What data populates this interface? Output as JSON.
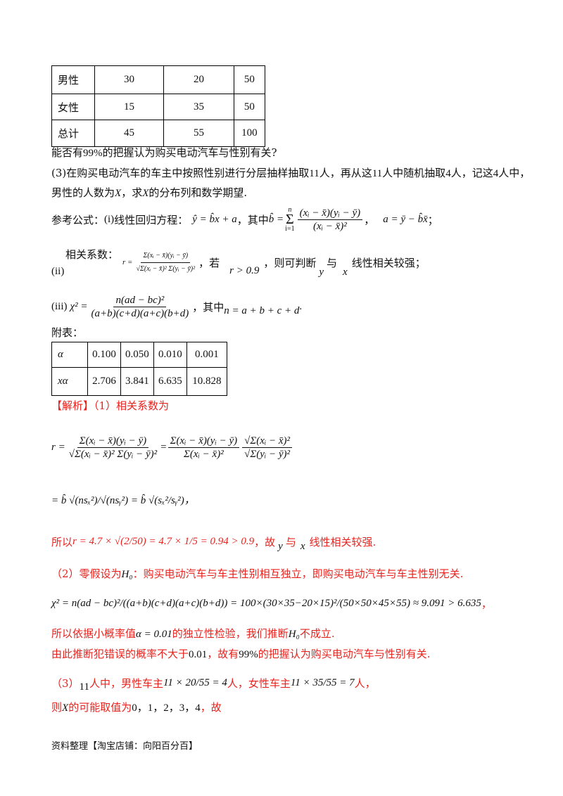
{
  "gender_table": {
    "rows": [
      {
        "label": "男性",
        "c1": "30",
        "c2": "20",
        "total": "50"
      },
      {
        "label": "女性",
        "c1": "15",
        "c2": "35",
        "total": "50"
      },
      {
        "label": "总计",
        "c1": "45",
        "c2": "55",
        "total": "100"
      }
    ]
  },
  "q2_tail": {
    "pre": "能否有",
    "pct": "99%",
    "post": "的把握认为购买电动汽车与性别有关?"
  },
  "q3": {
    "line1_a": "(3)在购买电动汽车的车主中按照性别进行分层抽样抽取",
    "n11": "11",
    "line1_b": "人，再从这",
    "line1_c": "人中随机抽取",
    "n4": "4",
    "line1_d": "人，记这",
    "line1_e": "人中，",
    "line2_a": "男性的人数为",
    "X": "X",
    "line2_b": "，求",
    "line2_c": "的分布列和数学期望."
  },
  "ref": {
    "label": "参考公式：",
    "i": "(i)",
    "i_text": "线性回归方程：",
    "i_eq": "ŷ = b̂x + a",
    "i_mid": "，其中",
    "b_hat": "b̂ =",
    "sum_top": "n",
    "sum_bot": "i=1",
    "b_num": "(xᵢ − x̄)(yᵢ − ȳ)",
    "b_den": "(xᵢ − x̄)²",
    "a_eq": "a = ȳ − b̂x̄",
    "sep1": "，",
    "semi": "；",
    "ii_text": "相关系数：",
    "ii": "(ii)",
    "r_eq": "r =",
    "r_num": "Σ(xᵢ − x̄)(yᵢ − ȳ)",
    "r_den": "√Σ(xᵢ − x̄)² Σ(yᵢ − ȳ)²",
    "ii_mid": "，若",
    "r_cond": "r > 0.9",
    "ii_then": "，则可判断",
    "y": "y",
    "yu": "与",
    "x": "x",
    "ii_end": "线性相关较强；",
    "iii": "(iii)",
    "chi": "χ² =",
    "chi_num": "n(ad − bc)²",
    "chi_den": "(a+b)(c+d)(a+c)(b+d)",
    "iii_mid": "，其中",
    "n_eq": "n = a + b + c + d",
    "period": "."
  },
  "appendix": {
    "label": "附表：",
    "alpha": "α",
    "x_alpha": "xα",
    "alphas": [
      "0.100",
      "0.050",
      "0.010",
      "0.001"
    ],
    "xs": [
      "2.706",
      "3.841",
      "6.635",
      "10.828"
    ]
  },
  "solution": {
    "head_bracket": "【解析】",
    "head_text": "（1）相关系数为",
    "r_label": "r =",
    "eq": "=",
    "f1_num": "Σ(xᵢ − x̄)(yᵢ − ȳ)",
    "f1_den": "√Σ(xᵢ − x̄)² Σ(yᵢ − ȳ)²",
    "f2_num": "Σ(xᵢ − x̄)(yᵢ − ȳ)",
    "f2_den": "Σ(xᵢ − x̄)²",
    "f3_num": "√Σ(xᵢ − x̄)²",
    "f3_den": "√Σ(yᵢ − ȳ)²",
    "line2": "= b̂ √(nsₓ²)/√(nsᵧ²) = b̂ √(sₓ²/sᵧ²)，",
    "line3_a": "所以",
    "line3_eq": "r = 4.7 × √(2/50) = 4.7 × 1/5 = 0.94 > 0.9",
    "line3_b": "，故",
    "line3_y": "y",
    "line3_c": "与",
    "line3_x": "x",
    "line3_d": "线性相关较强.",
    "p2_a": "（2）零假设为",
    "H0": "H₀",
    "p2_b": "：购买电动汽车与车主性别相互独立，即购买电动汽车与车主性别无关.",
    "chi_calc": "χ² = n(ad − bc)²/((a+b)(c+d)(a+c)(b+d)) = 100×(30×35−20×15)²/(50×50×45×55) ≈ 9.091 > 6.635",
    "chi_end": "，",
    "p3_a": "所以依据小概率值",
    "alpha_eq": "α = 0.01",
    "p3_b": "的独立性检验，我们推断",
    "p3_c": "不成立.",
    "p4_a": "由此推断犯错误的概率不大于",
    "p4_val": "0.01",
    "p4_b": "，故有",
    "p4_pct": "99%",
    "p4_c": "的把握认为购买电动汽车与性别有关.",
    "p5_a": "（3）",
    "p5_11": "11",
    "p5_b": "人中，男性车主",
    "p5_m": "11 × 20/55 = 4",
    "p5_c": "人，女性车主",
    "p5_f": "11 × 35/55 = 7",
    "p5_d": "人，",
    "p6_a": "则",
    "p6_X": "X",
    "p6_b": "的可能取值为",
    "p6_vals": "0，1，2，3，4",
    "p6_c": "，故"
  },
  "footer": "资料整理【淘宝店铺：向阳百分百】"
}
